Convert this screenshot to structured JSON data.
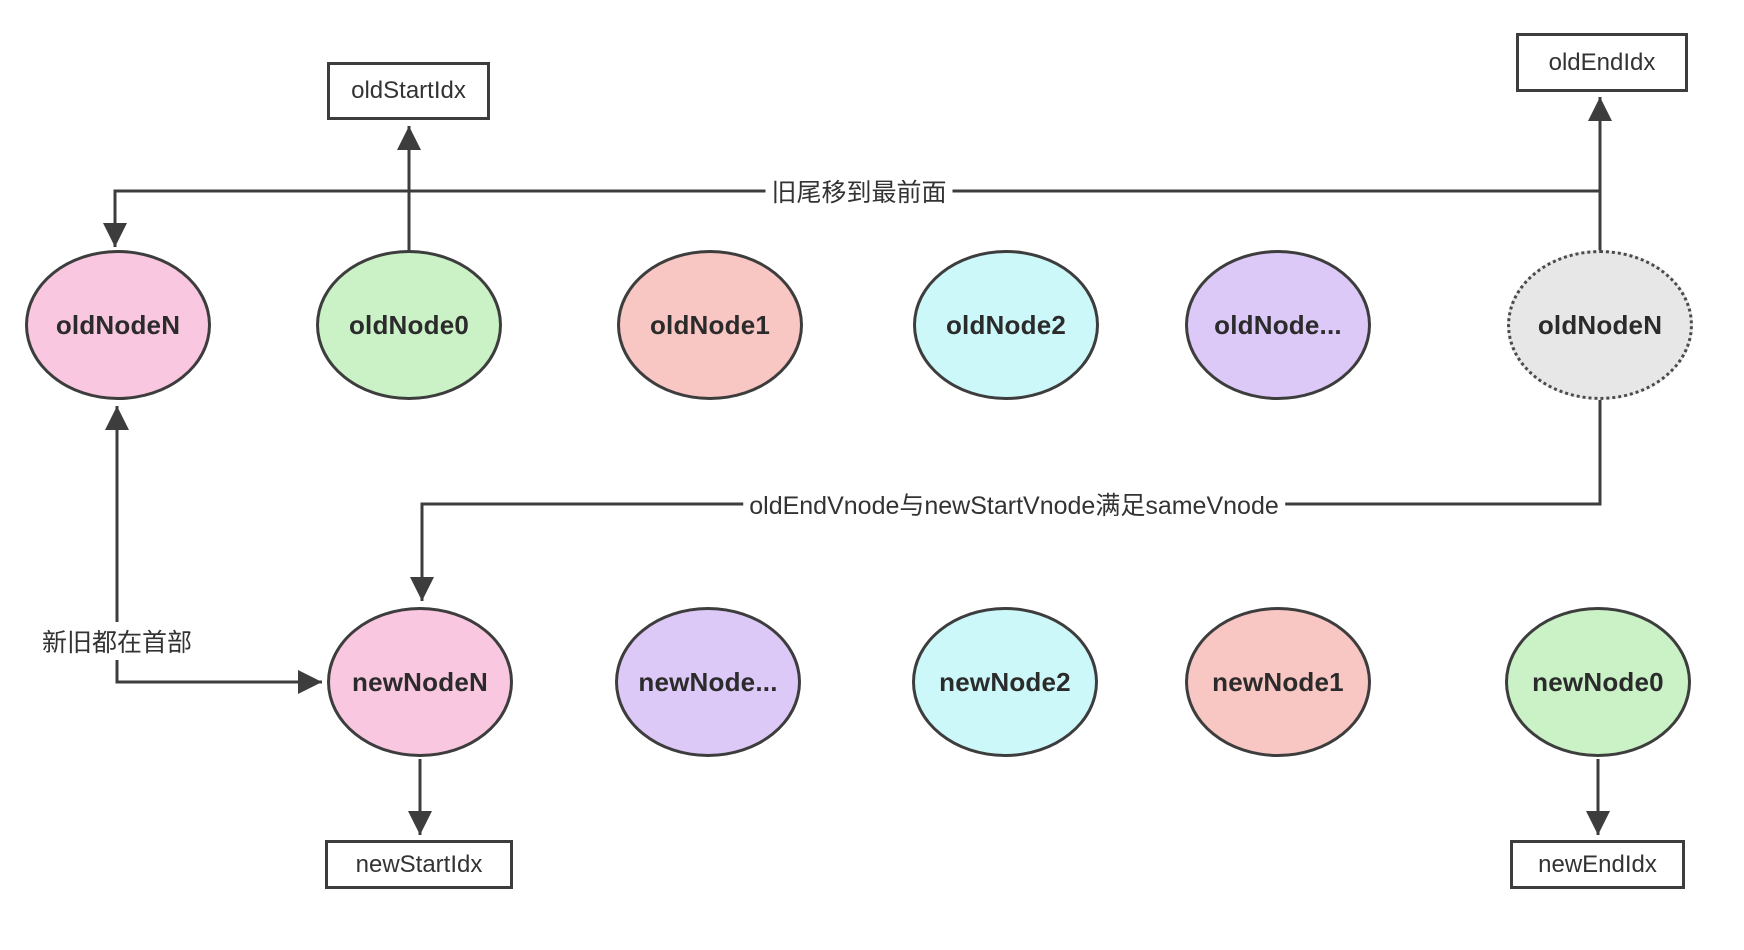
{
  "diagram": {
    "description": "vdom diff pointers diagram",
    "index_boxes": {
      "old_start": "oldStartIdx",
      "old_end": "oldEndIdx",
      "new_start": "newStartIdx",
      "new_end": "newEndIdx"
    },
    "old_nodes": [
      {
        "label": "oldNodeN",
        "fill": "pink"
      },
      {
        "label": "oldNode0",
        "fill": "green"
      },
      {
        "label": "oldNode1",
        "fill": "salmon"
      },
      {
        "label": "oldNode2",
        "fill": "cyan"
      },
      {
        "label": "oldNode...",
        "fill": "purple"
      },
      {
        "label": "oldNodeN",
        "fill": "gray",
        "border": "dotted"
      }
    ],
    "new_nodes": [
      {
        "label": "newNodeN",
        "fill": "pink"
      },
      {
        "label": "newNode...",
        "fill": "purple"
      },
      {
        "label": "newNode2",
        "fill": "cyan"
      },
      {
        "label": "newNode1",
        "fill": "salmon"
      },
      {
        "label": "newNode0",
        "fill": "green"
      }
    ],
    "edge_labels": {
      "old_tail_to_front": "旧尾移到最前面",
      "same_vnode": "oldEndVnode与newStartVnode满足sameVnode",
      "both_at_head": "新旧都在首部"
    },
    "palette": {
      "pink": "#f9c8e0",
      "green": "#caf2c6",
      "salmon": "#f8c6c3",
      "cyan": "#cdf8f9",
      "purple": "#ddc9f7",
      "gray": "#e7e7e7",
      "stroke": "#3d3d3d",
      "text": "#333333"
    }
  }
}
